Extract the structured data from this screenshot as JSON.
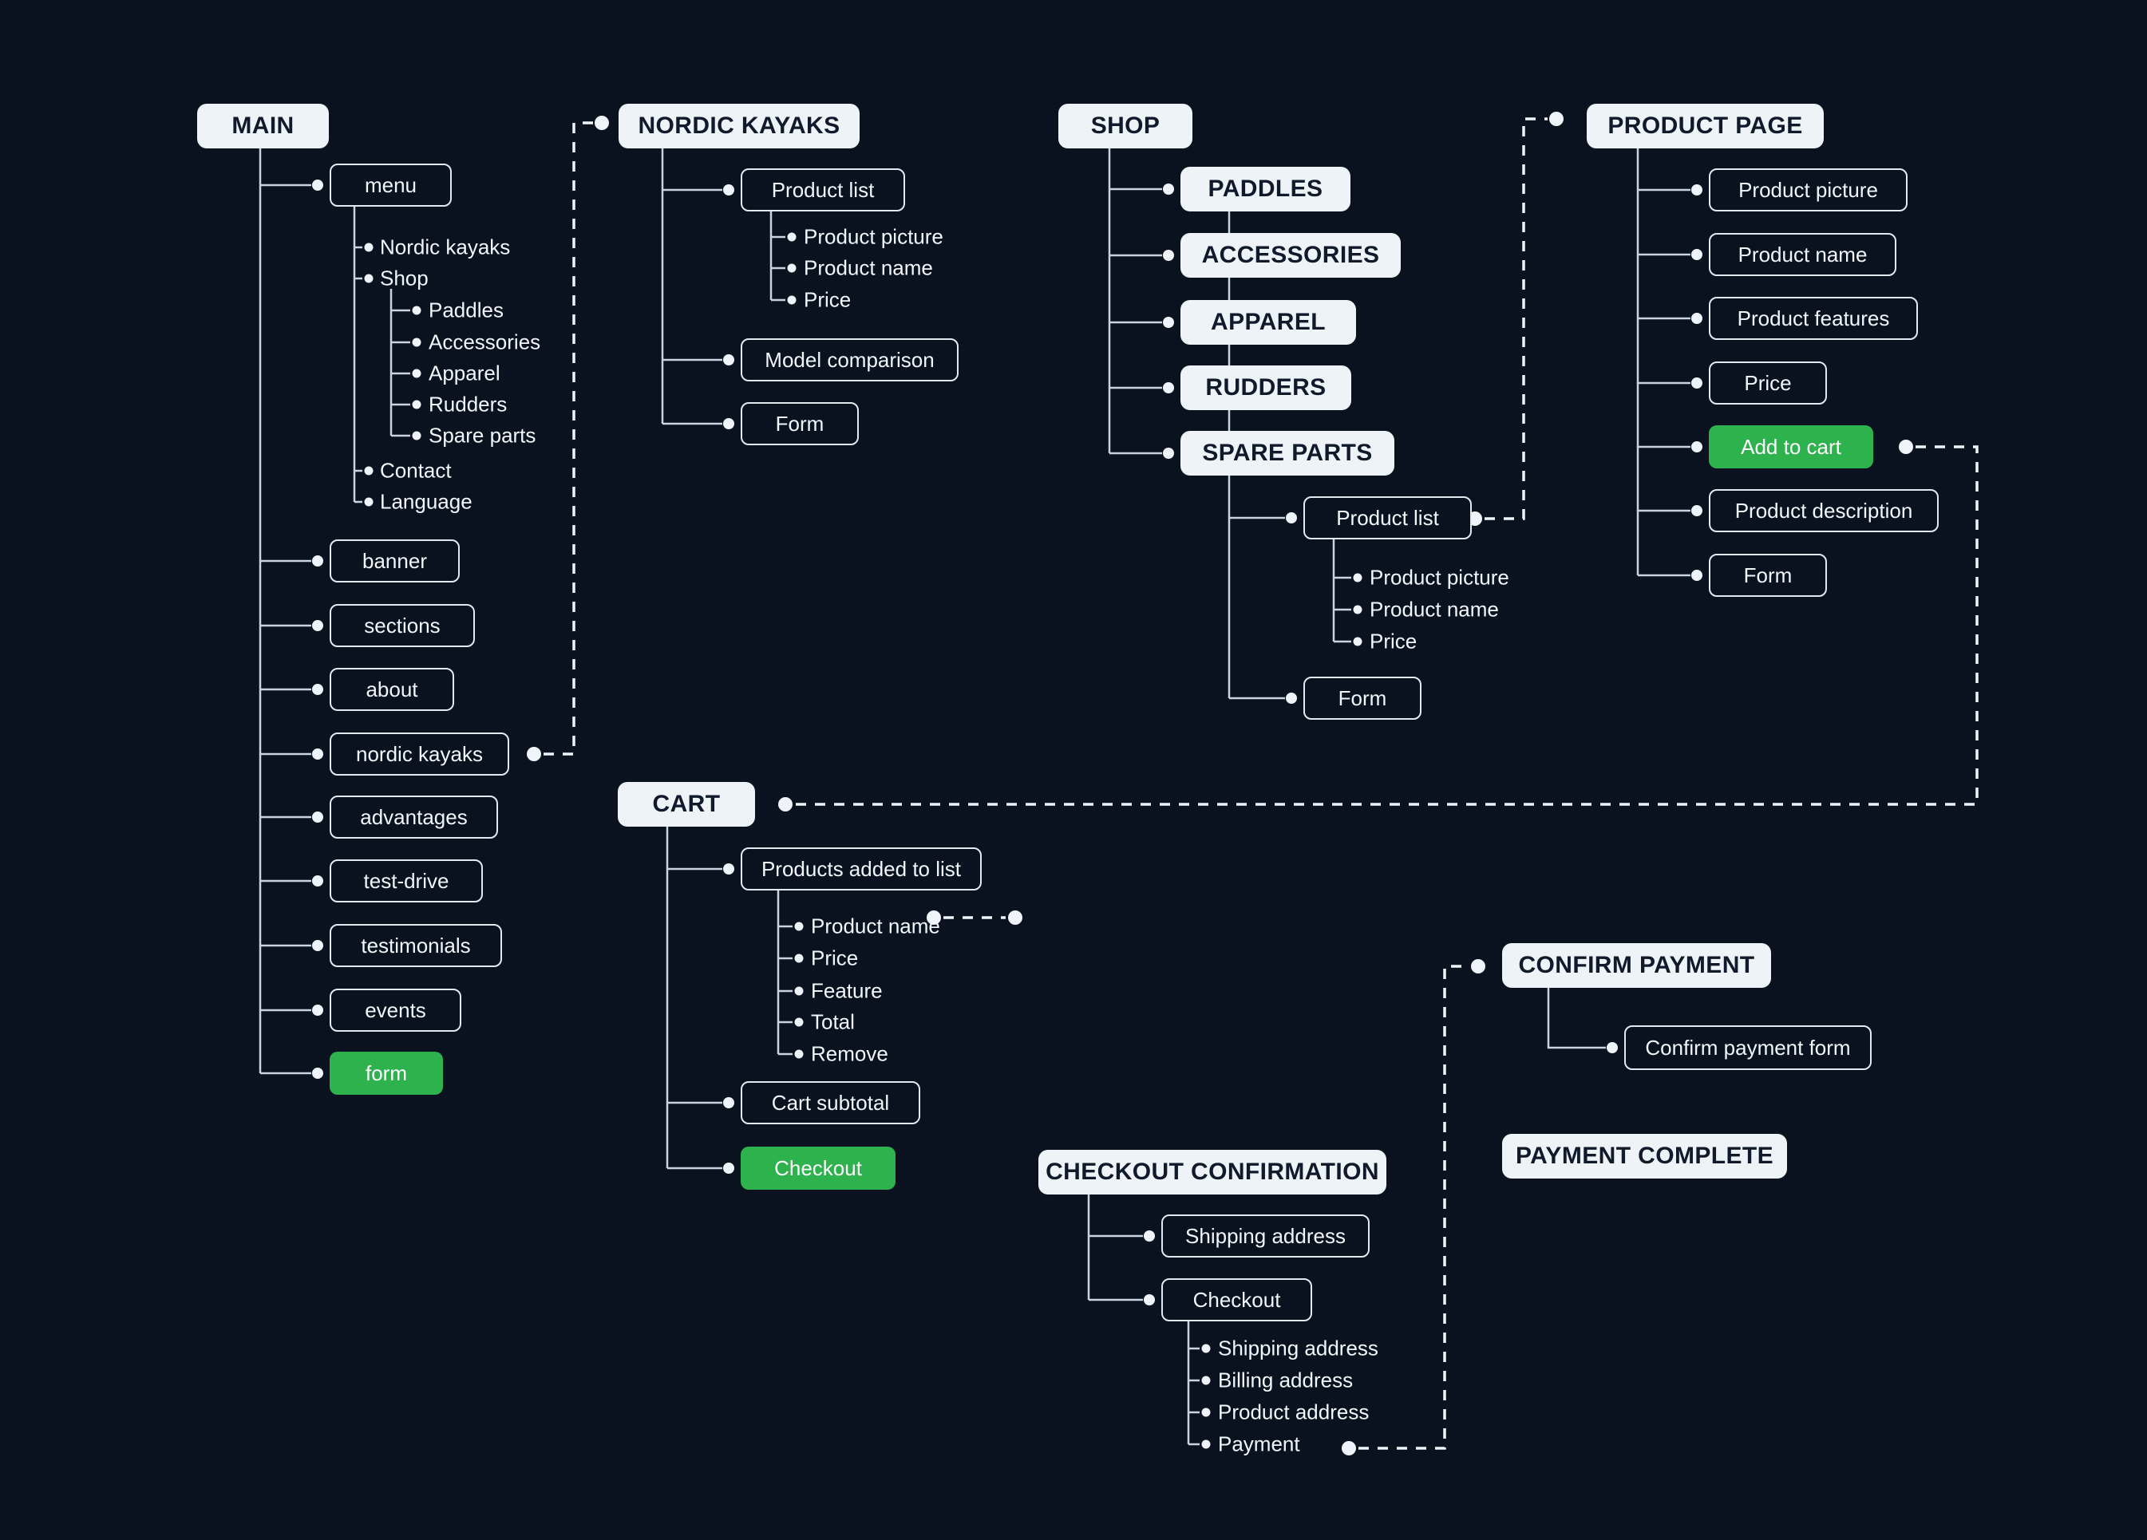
{
  "main": {
    "title": "MAIN",
    "menu": {
      "label": "menu",
      "items": [
        "Nordic kayaks",
        "Shop",
        "Contact",
        "Language"
      ],
      "shop_items": [
        "Paddles",
        "Accessories",
        "Apparel",
        "Rudders",
        "Spare parts"
      ]
    },
    "sections": [
      "banner",
      "sections",
      "about",
      "nordic kayaks",
      "advantages",
      "test-drive",
      "testimonials",
      "events",
      "form"
    ]
  },
  "nordic_kayaks": {
    "title": "NORDIC KAYAKS",
    "product_list": {
      "label": "Product list",
      "items": [
        "Product picture",
        "Product name",
        "Price"
      ]
    },
    "model_comparison": "Model comparison",
    "form": "Form"
  },
  "shop": {
    "title": "SHOP",
    "categories": [
      "PADDLES",
      "ACCESSORIES",
      "APPAREL",
      "RUDDERS",
      "SPARE PARTS"
    ],
    "product_list": {
      "label": "Product list",
      "items": [
        "Product picture",
        "Product name",
        "Price"
      ]
    },
    "form": "Form"
  },
  "product_page": {
    "title": "PRODUCT PAGE",
    "items": [
      "Product picture",
      "Product name",
      "Product features",
      "Price",
      "Add to cart",
      "Product description",
      "Form"
    ]
  },
  "cart": {
    "title": "CART",
    "product_list": {
      "label": "Products added to list",
      "items": [
        "Product name",
        "Price",
        "Feature",
        "Total",
        "Remove"
      ]
    },
    "subtotal": "Cart subtotal",
    "checkout": "Checkout"
  },
  "checkout_confirmation": {
    "title": "CHECKOUT CONFIRMATION",
    "shipping_address": "Shipping address",
    "checkout": {
      "label": "Checkout",
      "items": [
        "Shipping address",
        "Billing address",
        "Product address",
        "Payment"
      ]
    }
  },
  "confirm_payment": {
    "title": "CONFIRM PAYMENT",
    "form": "Confirm payment form"
  },
  "payment_complete": {
    "title": "PAYMENT COMPLETE"
  },
  "colors": {
    "background": "#0a121f",
    "node_fill": "#eef3f8",
    "node_text": "#101a2b",
    "outline": "#e2eaf1",
    "line": "#c9d4de",
    "accent_green": "#2eb24e"
  }
}
